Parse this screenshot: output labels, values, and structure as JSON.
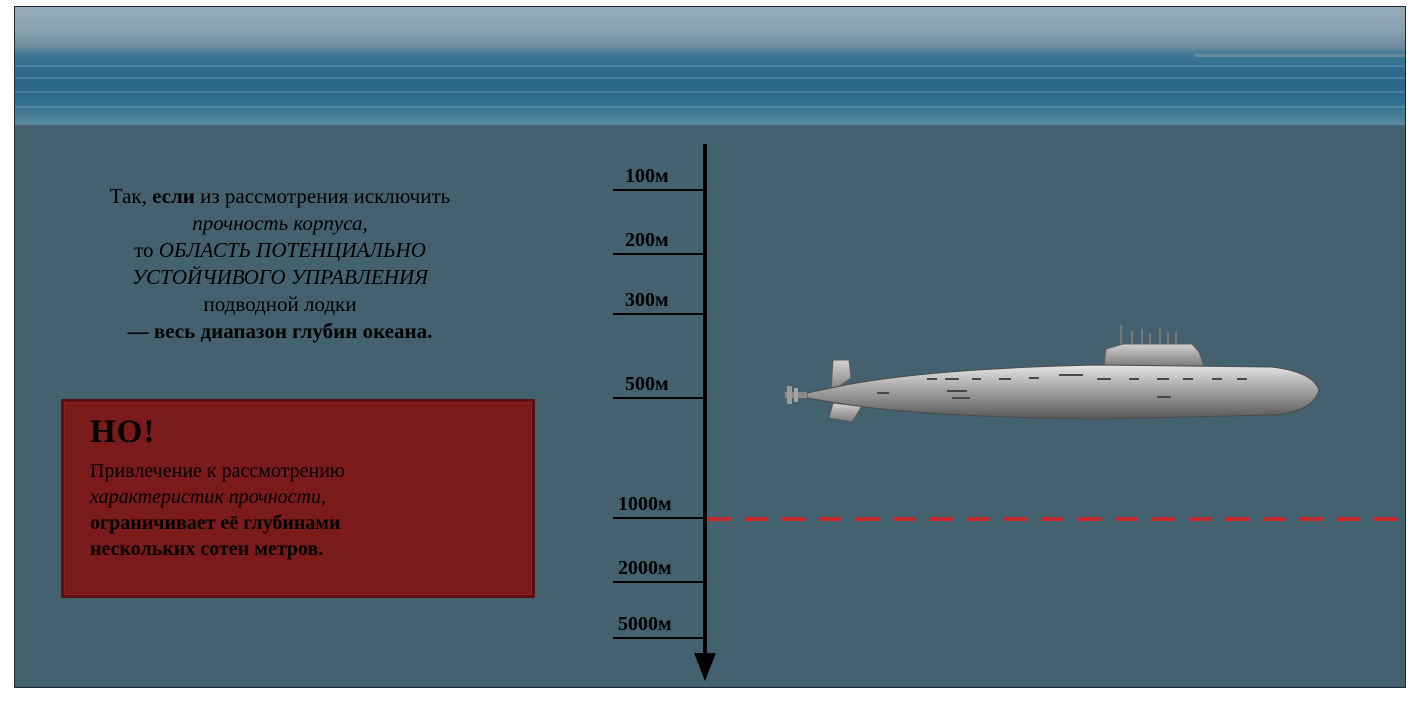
{
  "intro": {
    "l1_a": "Так, ",
    "l1_b": "если",
    "l1_c": " из рассмотрения исключить",
    "l2": "прочность корпуса",
    "l2_end": ",",
    "l3_a": "то ",
    "l3_b": "ОБЛАСТЬ ПОТЕНЦИАЛЬНО",
    "l4": "УСТОЙЧИВОГО УПРАВЛЕНИЯ",
    "l5": "подводной лодки",
    "l6": "— весь диапазон глубин океана."
  },
  "warning": {
    "title": "НО!",
    "l1": "Привлечение к рассмотрению",
    "l2": "характеристик прочности",
    "l2_end": ",",
    "l3": "ограничивает её глубинами",
    "l4": "нескольких сотен метров."
  },
  "depth_scale": {
    "ticks": [
      "100м",
      "200м",
      "300м",
      "500м",
      "1000м",
      "2000м",
      "5000м"
    ],
    "limit_tick": "1000м",
    "limit_color": "#c0262a"
  },
  "colors": {
    "water": "#44616f",
    "warning_bg": "#7a1a1a"
  },
  "icons": {
    "submarine": "submarine-illustration",
    "arrow": "arrow-down-icon"
  }
}
